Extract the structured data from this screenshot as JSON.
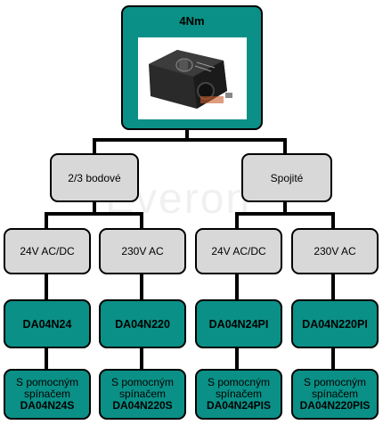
{
  "root": {
    "title": "4Nm",
    "image_alt": "actuator-photo"
  },
  "watermark": "Everon",
  "branches": [
    {
      "label": "2/3 bodové",
      "voltages": [
        {
          "label": "24V AC/DC",
          "model": "DA04N24",
          "aux_line1": "S pomocným",
          "aux_line2": "spínačem",
          "aux_model": "DA04N24S"
        },
        {
          "label": "230V AC",
          "model": "DA04N220",
          "aux_line1": "S pomocným",
          "aux_line2": "spínačem",
          "aux_model": "DA04N220S"
        }
      ]
    },
    {
      "label": "Spojité",
      "voltages": [
        {
          "label": "24V AC/DC",
          "model": "DA04N24PI",
          "aux_line1": "S pomocným",
          "aux_line2": "spínačem",
          "aux_model": "DA04N24PIS"
        },
        {
          "label": "230V AC",
          "model": "DA04N220PI",
          "aux_line1": "S pomocným",
          "aux_line2": "spínačem",
          "aux_model": "DA04N220PIS"
        }
      ]
    }
  ],
  "colors": {
    "teal": "#0a9086",
    "grey": "#d8d8d8",
    "line": "#000000"
  }
}
